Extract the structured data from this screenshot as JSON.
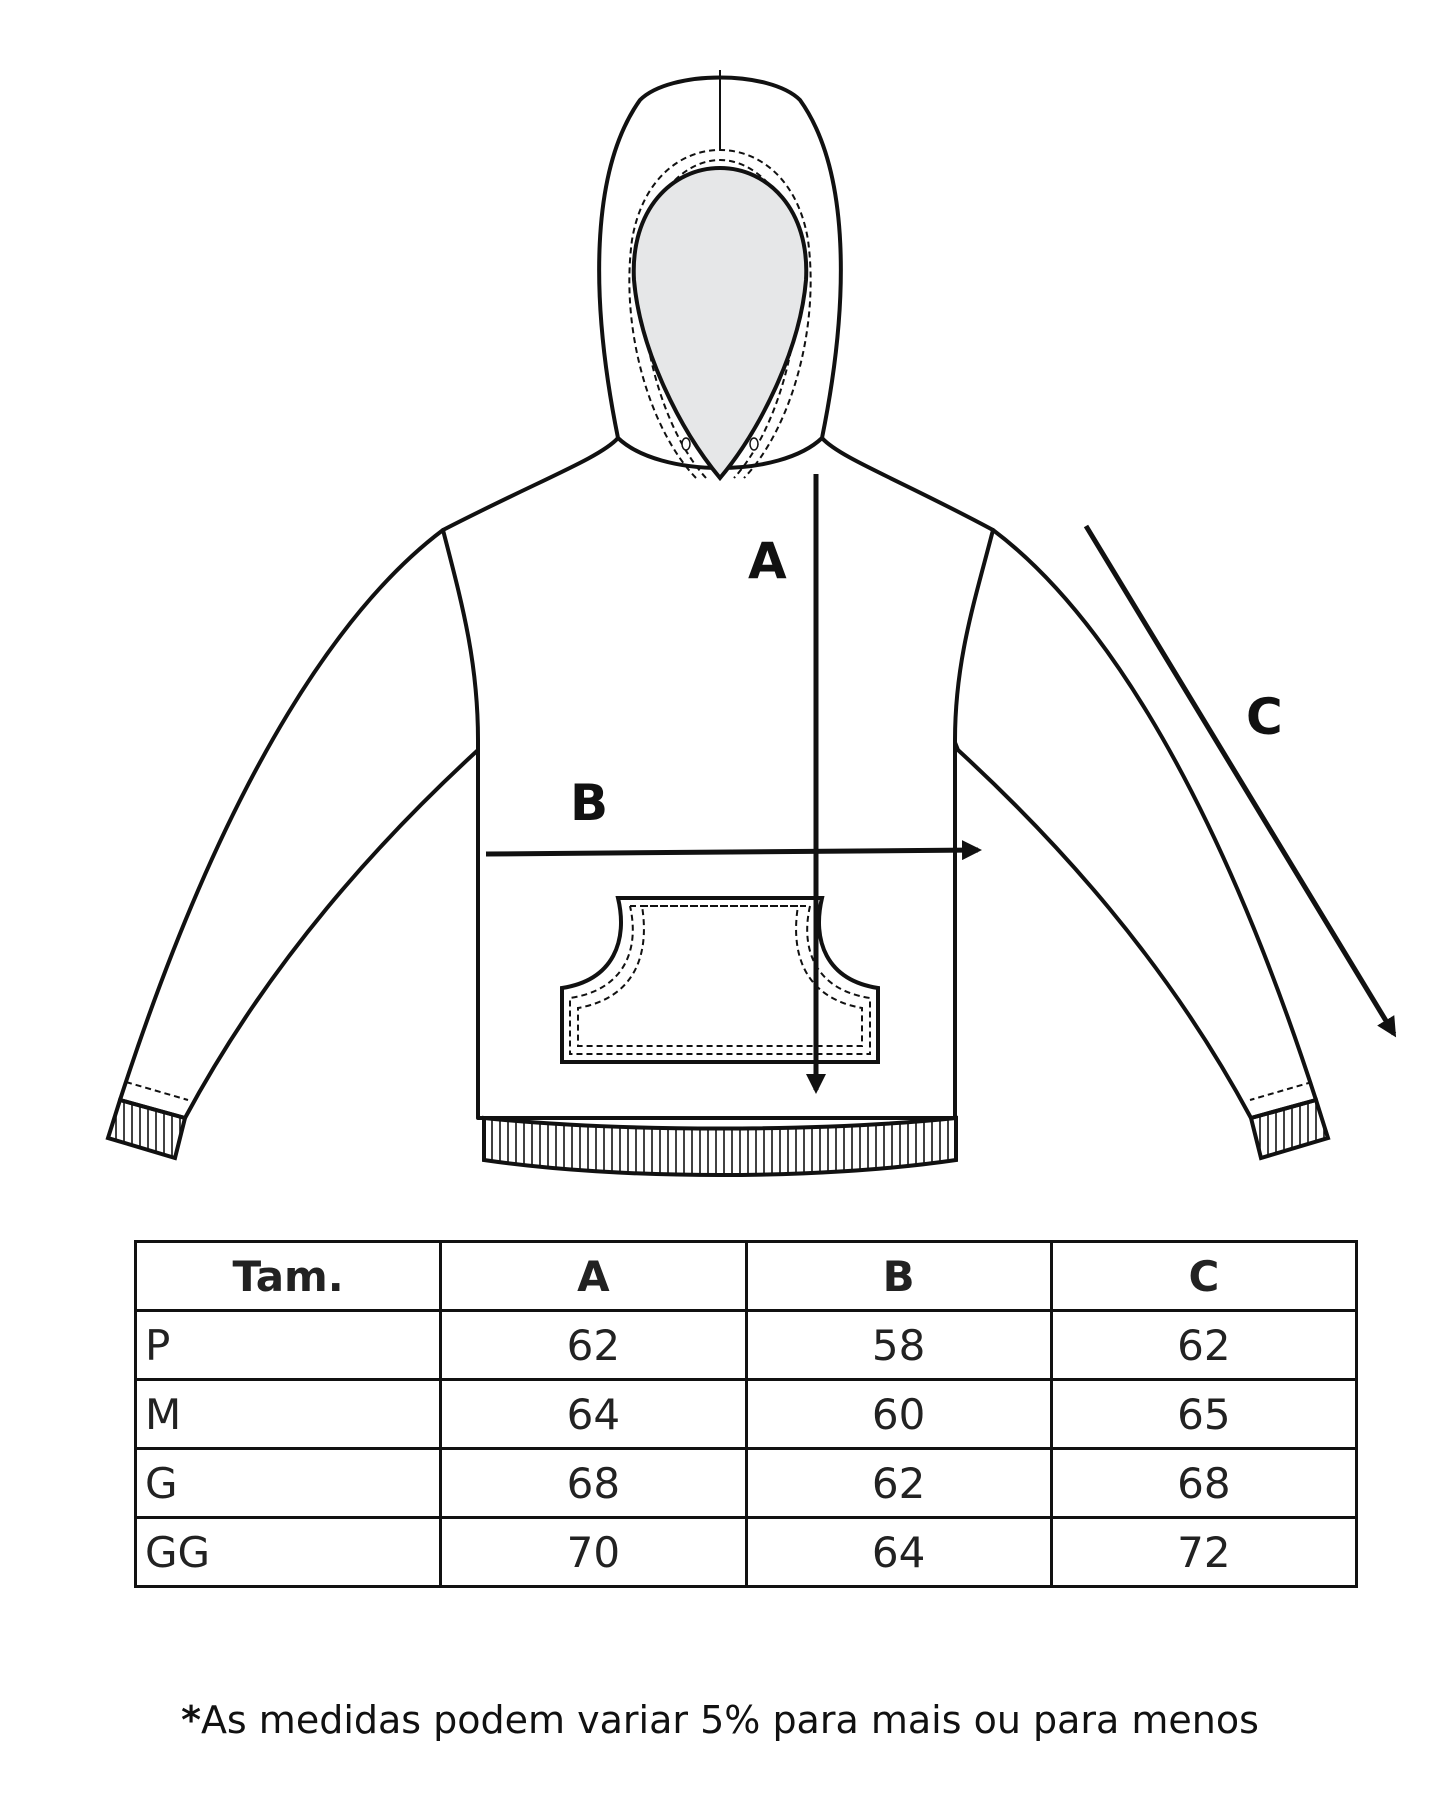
{
  "diagram": {
    "labels": {
      "a": "A",
      "b": "B",
      "c": "C"
    }
  },
  "table": {
    "headers": [
      "Tam.",
      "A",
      "B",
      "C"
    ],
    "rows": [
      [
        "P",
        "62",
        "58",
        "62"
      ],
      [
        "M",
        "64",
        "60",
        "65"
      ],
      [
        "G",
        "68",
        "62",
        "68"
      ],
      [
        "GG",
        "70",
        "64",
        "72"
      ]
    ]
  },
  "footnote": {
    "asterisk": "*",
    "text": "As medidas podem variar 5% para mais ou para menos"
  },
  "colors": {
    "line": "#111111",
    "face_fill": "#e6e7e8",
    "background": "#ffffff"
  }
}
